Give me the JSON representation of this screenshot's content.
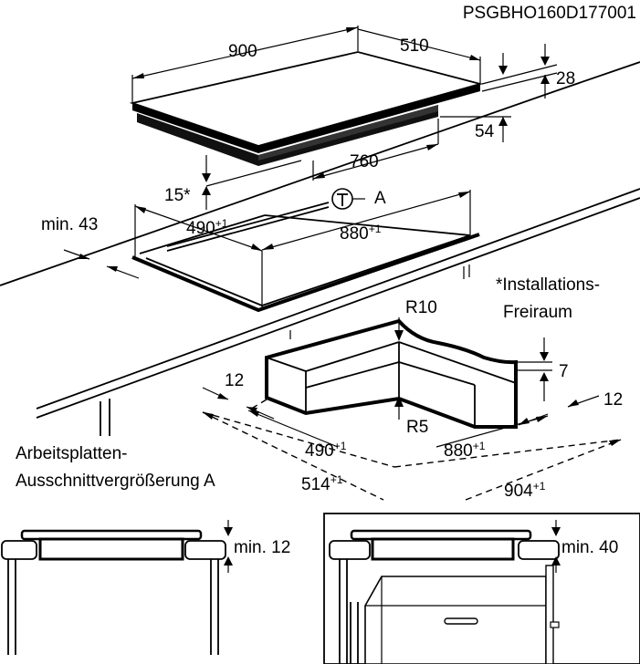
{
  "diagram_id": "PSGBHO160D177001",
  "top_view": {
    "width": "900",
    "depth": "510",
    "height": "28",
    "below_depth": "54",
    "inner_width": "760",
    "clearance": "15*",
    "cutout_marker": "A"
  },
  "cutout": {
    "depth": "490",
    "depth_tol": "+1",
    "width": "880",
    "width_tol": "+1",
    "edge_min": "min. 43"
  },
  "footnote": {
    "line1": "*Installations-",
    "line2": "Freiraum"
  },
  "detail_a": {
    "radius_outer": "R10",
    "radius_inner": "R5",
    "offset_left": "12",
    "offset_right": "12",
    "step": "7",
    "depth": "490",
    "depth_tol": "+1",
    "width": "880",
    "width_tol": "+1",
    "outer_depth": "514",
    "outer_depth_tol": "+1",
    "outer_width": "904",
    "outer_width_tol": "+1",
    "caption_line1": "Arbeitsplatten-",
    "caption_line2": "Ausschnittvergrößerung A"
  },
  "section_left": {
    "clearance": "min. 12"
  },
  "section_right": {
    "clearance": "min. 40"
  }
}
